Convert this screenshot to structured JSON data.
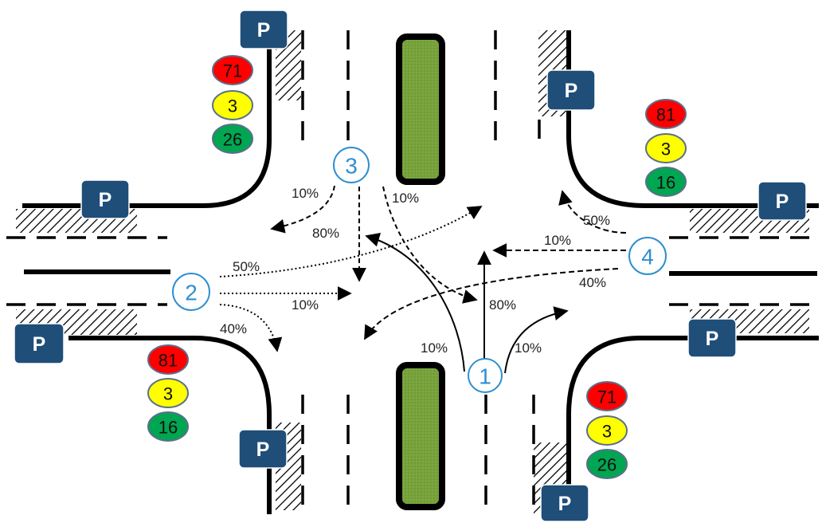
{
  "colors": {
    "parking_sign": "#1f4e79",
    "median_fill": "#77a23c",
    "approach_circle": "#2e8fd0",
    "signal_red": "#ff0000",
    "signal_yellow": "#ffff00",
    "signal_green": "#00a651"
  },
  "parking_label": "P",
  "signals": {
    "nw": {
      "red": "71",
      "yellow": "3",
      "green": "26"
    },
    "ne": {
      "red": "81",
      "yellow": "3",
      "green": "16"
    },
    "sw": {
      "red": "81",
      "yellow": "3",
      "green": "16"
    },
    "se": {
      "red": "71",
      "yellow": "3",
      "green": "26"
    }
  },
  "approaches": [
    {
      "id": "1",
      "movements": {
        "left": "10%",
        "through": "80%",
        "right": "10%"
      }
    },
    {
      "id": "2",
      "movements": {
        "left": "50%",
        "through": "10%",
        "right": "40%"
      }
    },
    {
      "id": "3",
      "movements": {
        "left": "10%",
        "through": "80%",
        "right": "10%"
      }
    },
    {
      "id": "4",
      "movements": {
        "left": "40%",
        "through": "10%",
        "right": "50%"
      }
    }
  ]
}
